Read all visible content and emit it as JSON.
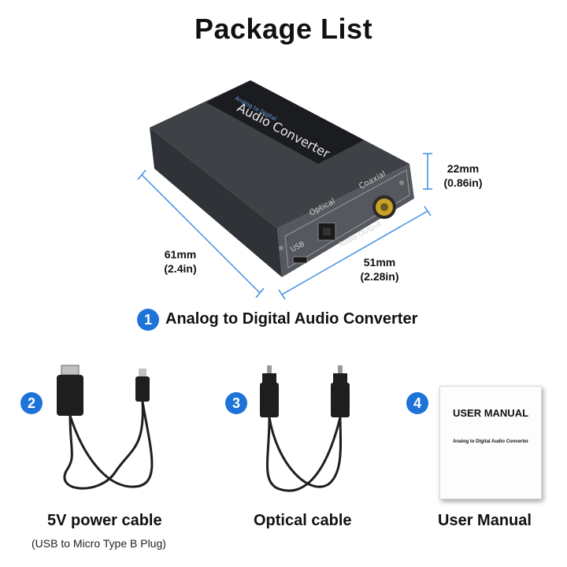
{
  "title": "Package List",
  "dimensions": {
    "height_mm": "22mm",
    "height_in": "(0.86in)",
    "depth_mm": "61mm",
    "depth_in": "(2.4in)",
    "width_mm": "51mm",
    "width_in": "(2.28in)"
  },
  "device": {
    "top_label": "Audio Converter",
    "top_sublabel": "Analog to Digital",
    "port_usb": "USB",
    "port_optical": "Optical",
    "port_coaxial": "Coaxial",
    "audio_output": "Audio Output"
  },
  "items": [
    {
      "number": "1",
      "label": "Analog to Digital Audio Converter"
    },
    {
      "number": "2",
      "label": "5V power cable",
      "sublabel": "(USB to Micro Type B Plug)"
    },
    {
      "number": "3",
      "label": "Optical cable"
    },
    {
      "number": "4",
      "label": "User Manual"
    }
  ],
  "manual": {
    "title": "USER MANUAL",
    "subtitle": "Analog to Digital Audio Converter"
  },
  "colors": {
    "accent": "#1e73d8",
    "device": "#4a4d52",
    "dim_line": "#3b8fe0"
  }
}
